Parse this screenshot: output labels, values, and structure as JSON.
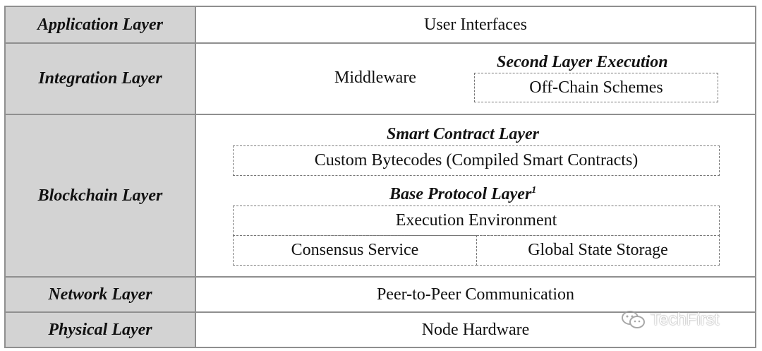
{
  "layers": [
    {
      "label": "Application Layer",
      "content": "User Interfaces"
    },
    {
      "label": "Integration Layer",
      "middleware": "Middleware",
      "second_layer_title": "Second Layer Execution",
      "second_layer_box": "Off-Chain Schemes"
    },
    {
      "label": "Blockchain Layer",
      "smart_contract_title": "Smart Contract Layer",
      "smart_contract_box": "Custom Bytecodes (Compiled Smart Contracts)",
      "base_protocol_title": "Base Protocol Layer",
      "base_protocol_sup": "1",
      "execution_env": "Execution Environment",
      "consensus": "Consensus Service",
      "state_storage": "Global State Storage"
    },
    {
      "label": "Network Layer",
      "content": "Peer-to-Peer Communication"
    },
    {
      "label": "Physical Layer",
      "content": "Node Hardware"
    }
  ],
  "watermark": {
    "text": "TechFirst",
    "icon": "wechat-icon"
  },
  "colors": {
    "label_bg": "#d3d3d3",
    "border": "#8f8f8f"
  }
}
